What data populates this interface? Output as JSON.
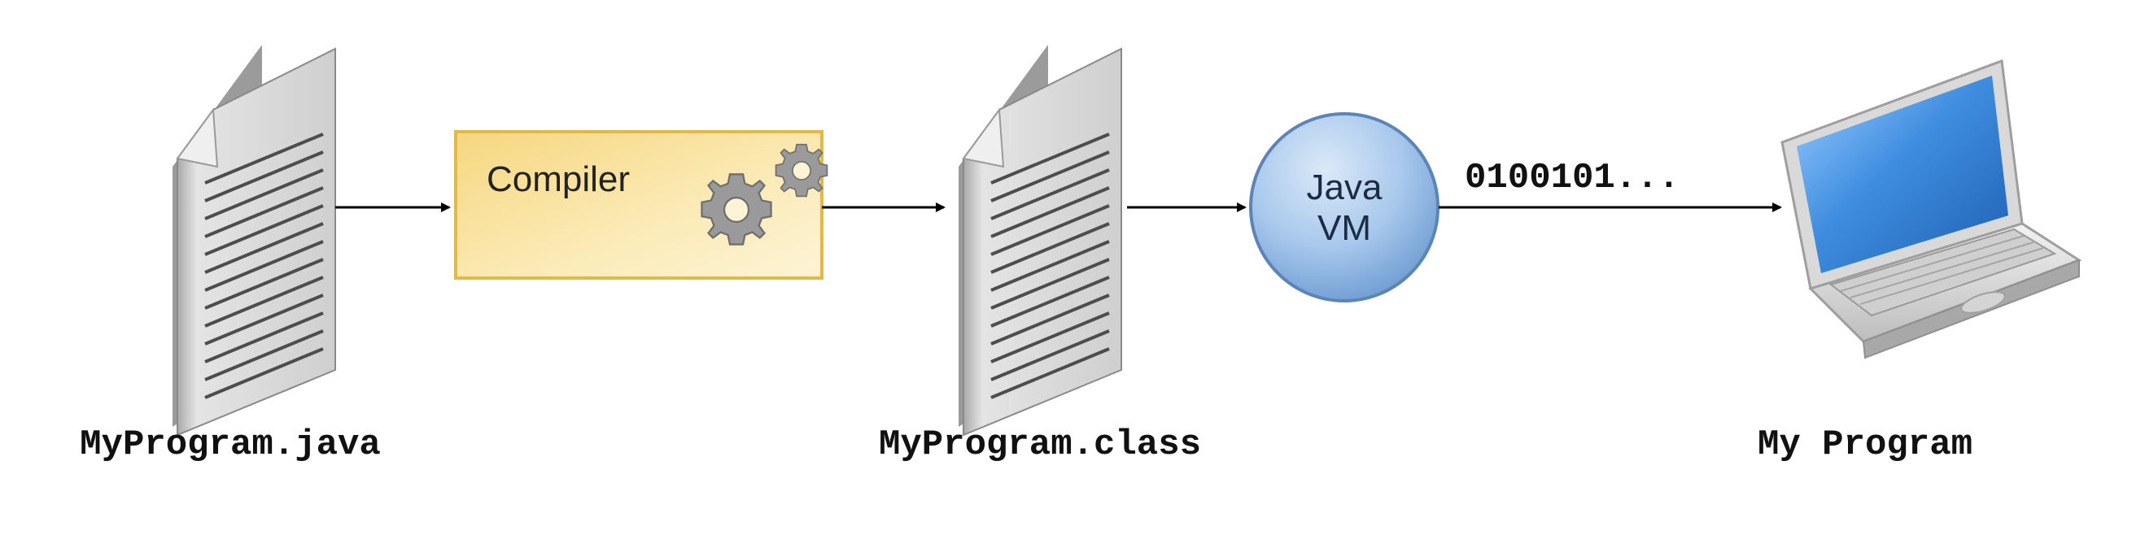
{
  "diagram": {
    "source_file": {
      "label": "MyProgram.java",
      "icon": "document-icon"
    },
    "compiler": {
      "label": "Compiler",
      "icon": "gears-icon",
      "fill": "#f7dc8a"
    },
    "class_file": {
      "label": "MyProgram.class",
      "icon": "document-icon"
    },
    "jvm": {
      "line1": "Java",
      "line2": "VM",
      "fill": "#8fb6e0"
    },
    "binary": {
      "label": "0100101..."
    },
    "computer": {
      "label": "My Program",
      "icon": "laptop-icon"
    },
    "colors": {
      "arrow": "#000000",
      "document": "#c9c9c9",
      "compiler_border": "#e0b94a",
      "jvm_border": "#5d84b6",
      "laptop_screen": "#3f8de0"
    }
  }
}
